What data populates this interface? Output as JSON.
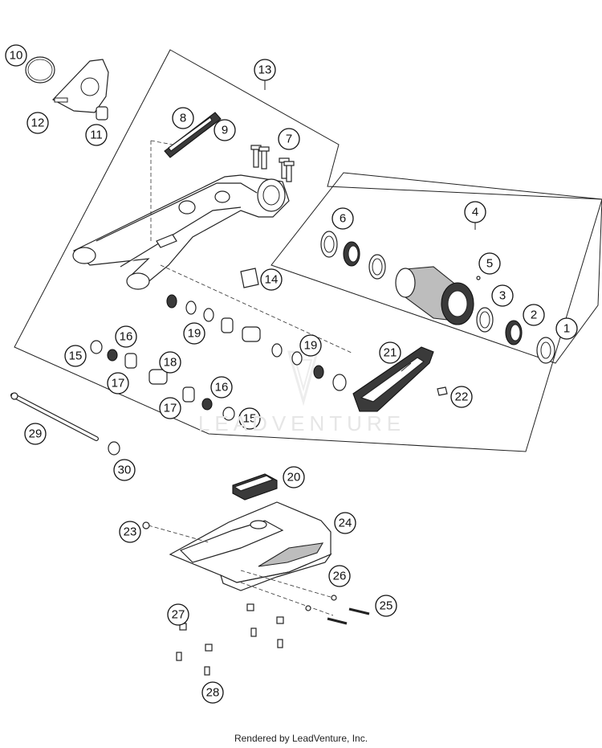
{
  "diagram": {
    "callouts": [
      "10",
      "12",
      "11",
      "13",
      "8",
      "9",
      "7",
      "4",
      "6",
      "5",
      "3",
      "2",
      "1",
      "14",
      "16",
      "15",
      "19",
      "18",
      "17",
      "19",
      "21",
      "22",
      "16",
      "15",
      "17",
      "29",
      "30",
      "20",
      "23",
      "24",
      "26",
      "25",
      "27",
      "28"
    ],
    "watermark": "LEADVENTURE"
  },
  "footer": {
    "credit": "Rendered by LeadVenture, Inc."
  }
}
